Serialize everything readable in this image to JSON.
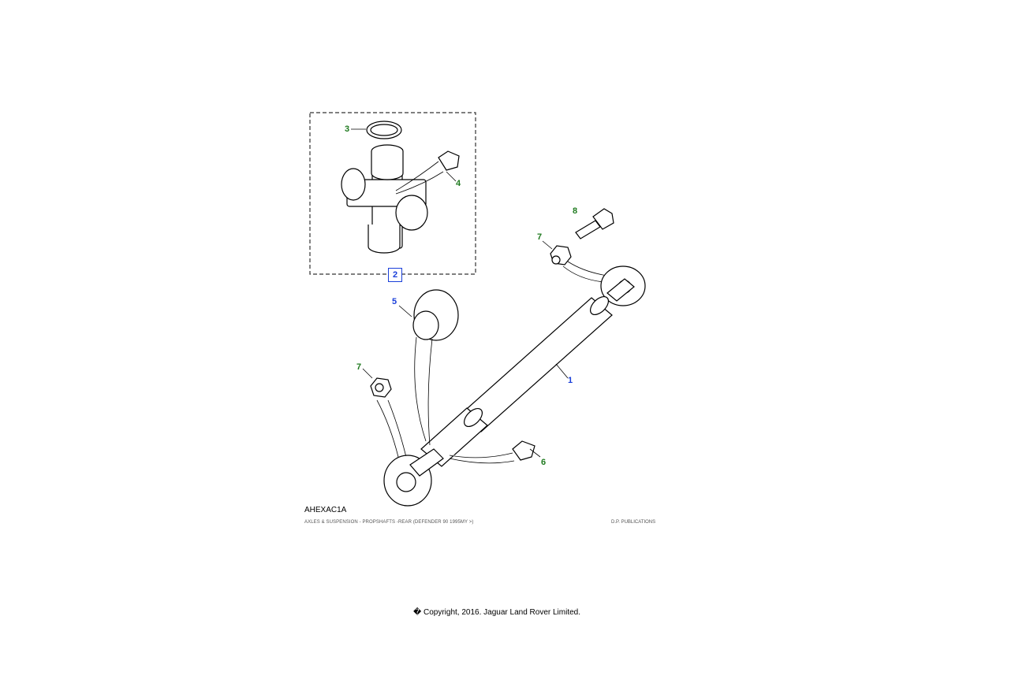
{
  "diagram": {
    "reference_code": "AHEXAC1A",
    "caption": "AXLES & SUSPENSION - PROPSHAFTS -REAR (DEFENDER 90 1995MY >)",
    "publisher": "D.P. PUBLICATIONS",
    "callouts": {
      "c1": "1",
      "c2": "2",
      "c3": "3",
      "c4": "4",
      "c5": "5",
      "c6": "6",
      "c7a": "7",
      "c7b": "7",
      "c8": "8"
    },
    "colors": {
      "green": "#1f7a1f",
      "blue": "#1a3fd9"
    }
  },
  "footer": {
    "copyright": "� Copyright, 2016. Jaguar Land Rover Limited."
  }
}
